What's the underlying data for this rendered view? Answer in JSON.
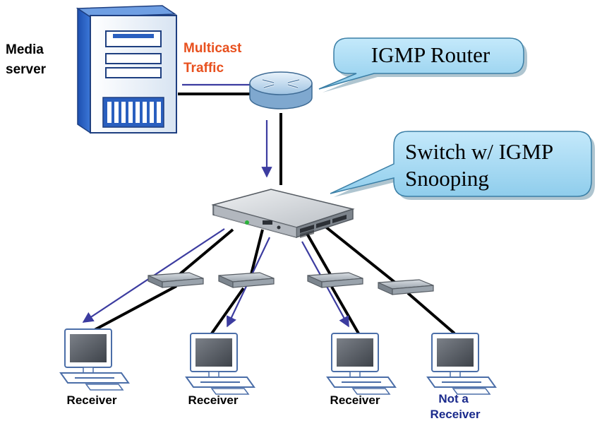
{
  "labels": {
    "media_server": [
      "Media",
      "server"
    ],
    "multicast_traffic": [
      "Multicast",
      "Traffic"
    ],
    "igmp_router": "IGMP Router",
    "switch_snooping": [
      "Switch w/ IGMP",
      "Snooping"
    ],
    "receivers": [
      "Receiver",
      "Receiver",
      "Receiver"
    ],
    "not_receiver": [
      "Not a",
      "Receiver"
    ]
  },
  "colors": {
    "multicast_text": "#e8501e",
    "not_receiver_text": "#1a2a8c",
    "arrow": "#3c3ca0",
    "callout_fill": "#a9dcf2",
    "server_body": "#2a5fbf",
    "line": "#000000"
  },
  "icons": {
    "server": "tower-server-icon",
    "router": "router-icon",
    "switch": "network-switch-icon",
    "hub": "hub-icon",
    "computer": "desktop-computer-icon"
  }
}
